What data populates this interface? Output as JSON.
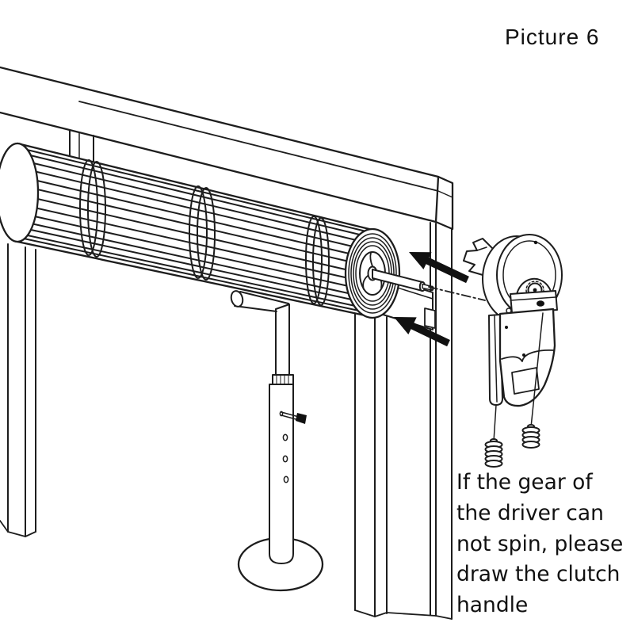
{
  "figure": {
    "label": "Picture 6"
  },
  "instruction": {
    "lines": [
      "If the gear of",
      "the driver can",
      "not spin, please",
      "draw the clutch",
      "handle"
    ]
  },
  "colors": {
    "line": "#1d1d1d",
    "background": "#ffffff",
    "arrow": "#111111",
    "text": "#111111"
  }
}
